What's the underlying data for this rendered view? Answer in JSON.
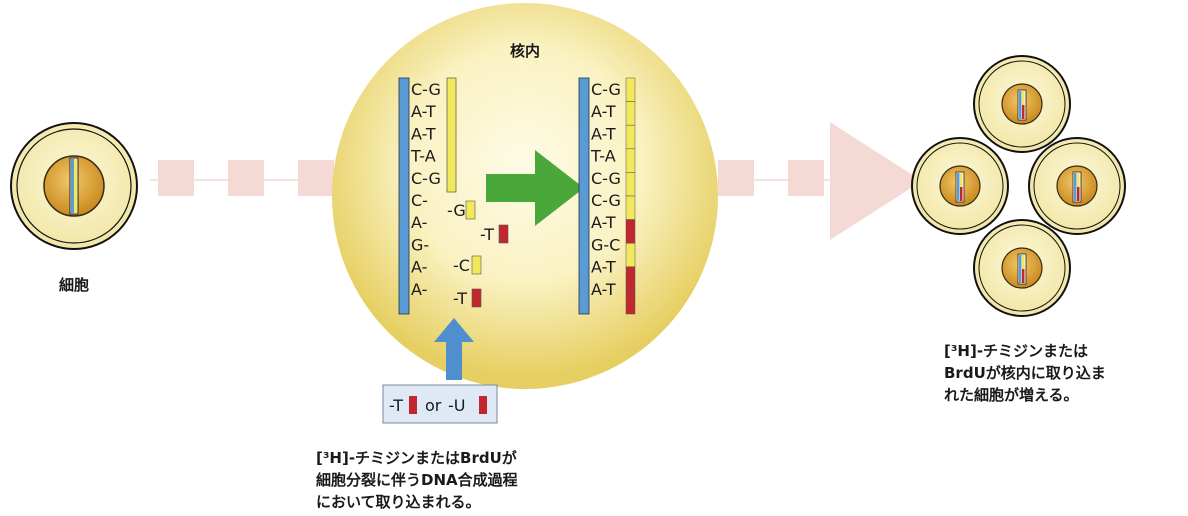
{
  "labels": {
    "nucleus": "核内",
    "cell": "細胞",
    "tag_t": "-T",
    "tag_or": "or",
    "tag_u": "-U",
    "note_bottom": [
      "[³H]-チミジンまたはBrdUが",
      "細胞分裂に伴うDNA合成過程",
      "において取り込まれる。"
    ],
    "note_right": [
      "[³H]-チミジンまたは",
      "BrdUが核内に取り込ま",
      "れた細胞が増える。"
    ]
  },
  "left_strand": {
    "pairs": [
      "C-G",
      "A-T",
      "A-T",
      "T-A",
      "C-G",
      "C-",
      "A-",
      "G-",
      "A-",
      "A-"
    ]
  },
  "free_nucleotides": [
    "-G",
    "-T",
    "-C",
    "-T"
  ],
  "right_strand": {
    "pairs": [
      "C-G",
      "A-T",
      "A-T",
      "T-A",
      "C-G",
      "C-G",
      "A-T",
      "G-C",
      "A-T",
      "A-T"
    ]
  },
  "colors": {
    "blue_strand": "#5b9bd5",
    "yellow": "#f2e85c",
    "red": "#c0282d",
    "green_arrow": "#4aa83a",
    "blue_arrow": "#4f8fd0",
    "pink_arrow": "#f4d9d4",
    "nucleus_core": "#fbf6d0",
    "nucleus_edge": "#e0c860"
  }
}
